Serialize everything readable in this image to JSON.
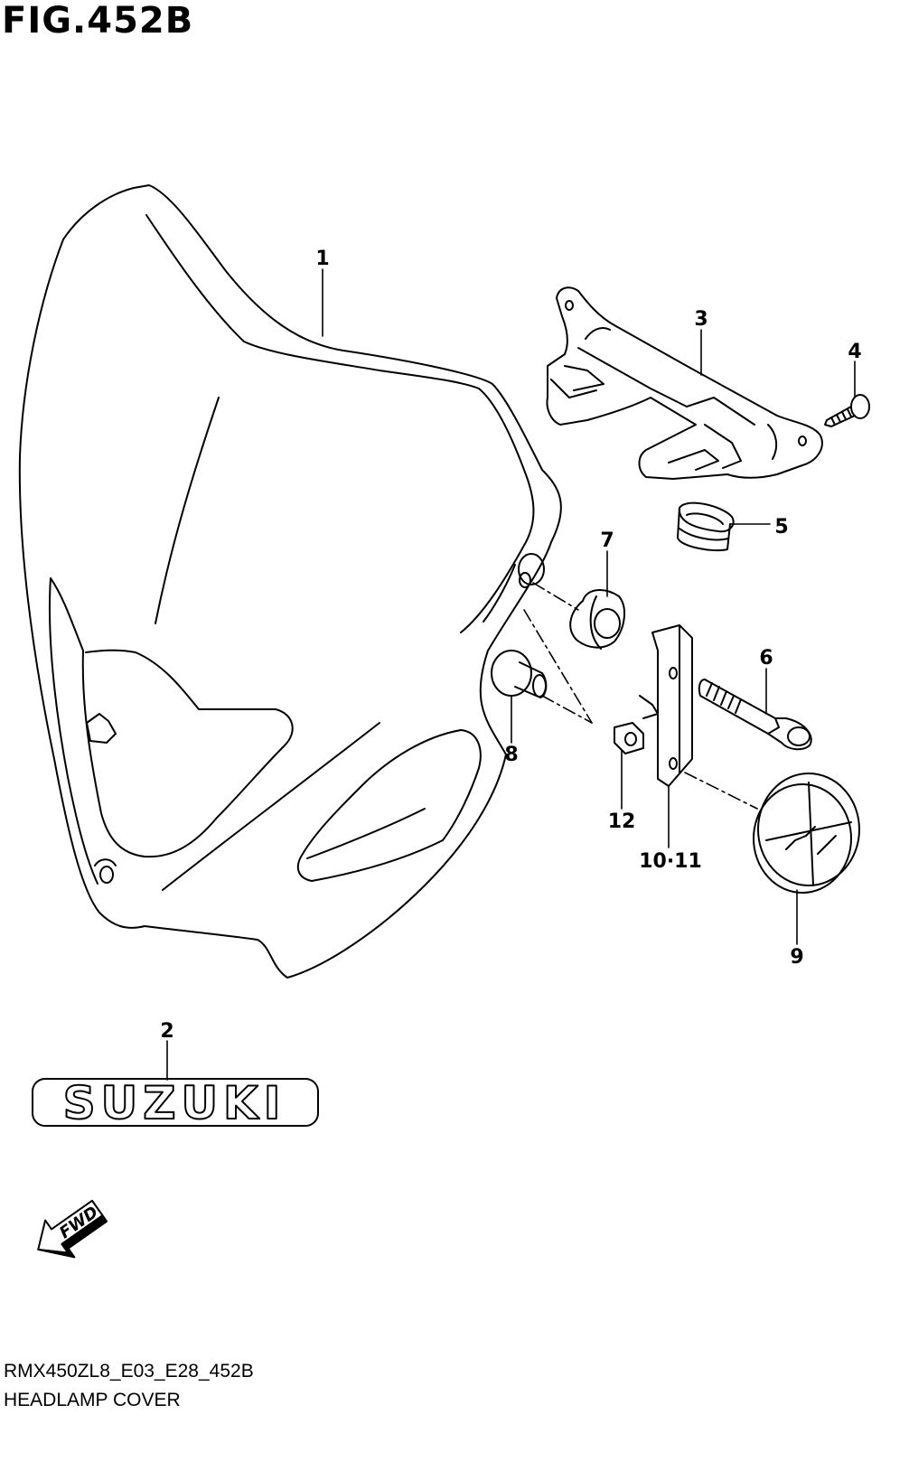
{
  "figure": {
    "title": "FIG.452B",
    "code": "RMX450ZL8_E03_E28_452B",
    "name": "HEADLAMP COVER"
  },
  "callouts": {
    "c1": "1",
    "c2": "2",
    "c3": "3",
    "c4": "4",
    "c5": "5",
    "c6": "6",
    "c7": "7",
    "c8": "8",
    "c9": "9",
    "c1011": "10·11",
    "c12": "12"
  },
  "emblem": {
    "text": "SUZUKI"
  },
  "direction": {
    "text": "FWD",
    "icon": "fwd-arrow-icon"
  },
  "colors": {
    "line": "#000000",
    "background": "#ffffff"
  }
}
